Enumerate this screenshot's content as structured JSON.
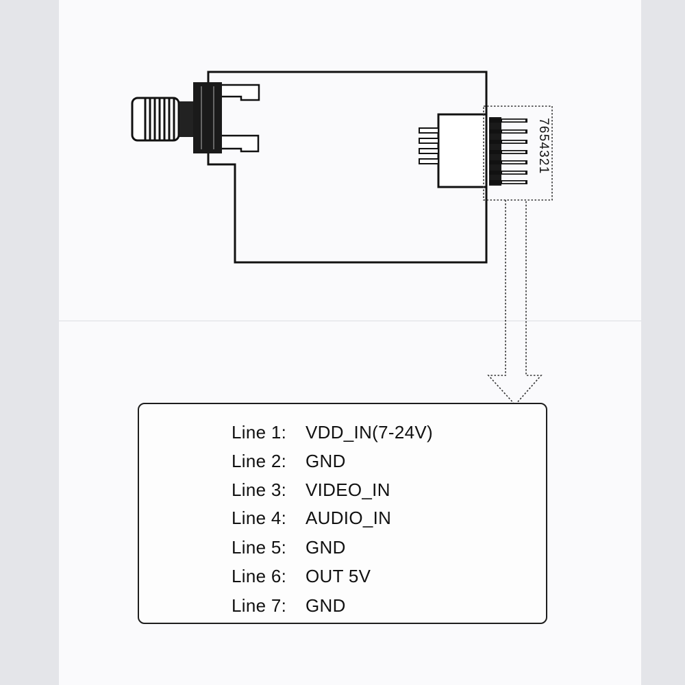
{
  "connector": {
    "pin_numbers": [
      "7",
      "6",
      "5",
      "4",
      "3",
      "2",
      "1"
    ]
  },
  "pin_legend": {
    "lines": [
      {
        "label": "Line 1:",
        "value": "VDD_IN(7-24V)"
      },
      {
        "label": "Line 2:",
        "value": "GND"
      },
      {
        "label": "Line 3:",
        "value": "VIDEO_IN"
      },
      {
        "label": "Line 4:",
        "value": "AUDIO_IN"
      },
      {
        "label": "Line 5:",
        "value": "GND"
      },
      {
        "label": "Line 6:",
        "value": "OUT 5V"
      },
      {
        "label": "Line 7:",
        "value": "GND"
      }
    ]
  }
}
